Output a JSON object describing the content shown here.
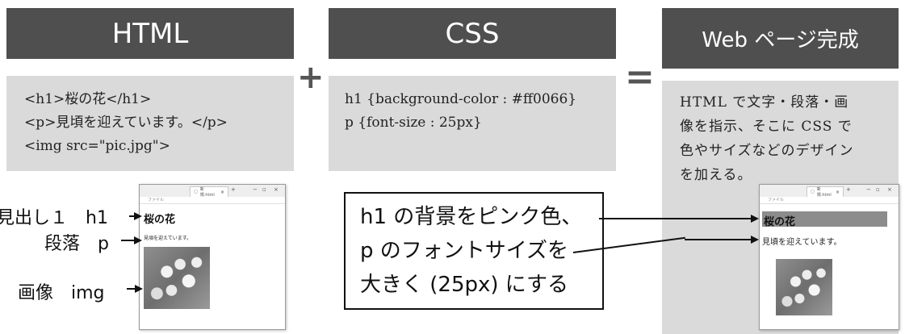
{
  "html_column": {
    "header": "HTML",
    "code_lines": [
      "<h1>桜の花</h1>",
      "<p>見頃を迎えています。</p>",
      "<img src=\"pic.jpg\">"
    ]
  },
  "plus_sign": "+",
  "css_column": {
    "header": "CSS",
    "code_lines": [
      "h1 {background-color : #ff0066}",
      "p {font-size : 25px}"
    ]
  },
  "equals_sign": "=",
  "result_column": {
    "header": "Web ページ完成",
    "description_lines": [
      "HTML で文字・段落・画",
      "像を指示、そこに CSS で",
      "色やサイズなどのデザイン",
      "を加える。"
    ]
  },
  "callouts": {
    "heading": "見出し１　h1",
    "paragraph": "段落　p",
    "image": "画像　img"
  },
  "css_note_lines": [
    "h1 の背景をピンク色、",
    "p のフォントサイズを",
    "大きく (25px) にする"
  ],
  "browser_before": {
    "tab_label": "新規.html",
    "address": "ファイル",
    "h1_text": "桜の花",
    "p_text": "見頃を迎えています。"
  },
  "browser_after": {
    "tab_label": "新規.html",
    "address": "ファイル",
    "h1_text": "桜の花",
    "p_text": "見頃を迎えています。"
  },
  "colors": {
    "header_bg": "#4f4f4f",
    "panel_bg": "#dadada",
    "h1_highlight": "#8c8c8c"
  }
}
